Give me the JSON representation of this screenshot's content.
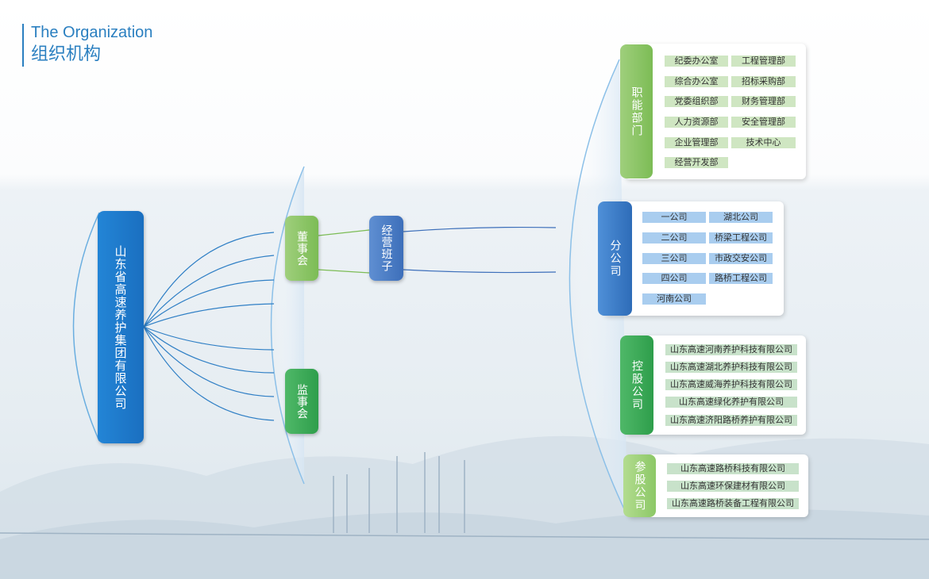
{
  "header": {
    "title_en": "The Organization",
    "title_cn": "组织机构"
  },
  "root": {
    "label": "山东省高速养护集团有限公司"
  },
  "board": {
    "label": "董事会"
  },
  "management": {
    "label": "经营班子"
  },
  "supervisors": {
    "label": "监事会"
  },
  "functional": {
    "label": "职能部门",
    "items": [
      "纪委办公室",
      "工程管理部",
      "综合办公室",
      "招标采购部",
      "党委组织部",
      "财务管理部",
      "人力资源部",
      "安全管理部",
      "企业管理部",
      "技术中心",
      "经营开发部"
    ]
  },
  "branches": {
    "label": "分公司",
    "items": [
      "一公司",
      "湖北公司",
      "二公司",
      "桥梁工程公司",
      "三公司",
      "市政交安公司",
      "四公司",
      "路桥工程公司",
      "河南公司"
    ]
  },
  "holding": {
    "label": "控股公司",
    "items": [
      "山东高速河南养护科技有限公司",
      "山东高速湖北养护科技有限公司",
      "山东高速威海养护科技有限公司",
      "山东高速绿化养护有限公司",
      "山东高速济阳路桥养护有限公司"
    ]
  },
  "equity": {
    "label": "参股公司",
    "items": [
      "山东高速路桥科技有限公司",
      "山东高速环保建材有限公司",
      "山东高速路桥装备工程有限公司"
    ]
  },
  "colors": {
    "accent": "#2a7fc0",
    "green": "#7cbc55",
    "blue": "#3d6fba",
    "dark_green": "#2e9e4b"
  }
}
